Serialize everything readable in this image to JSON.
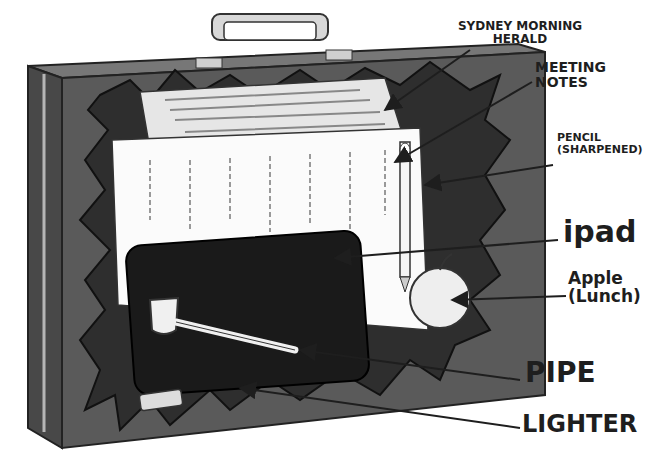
{
  "diagram": {
    "labels": [
      "SYDNEY MORNING HERALD",
      "MEETING NOTES",
      "PENCIL (SHARPENED)",
      "ipad",
      "Apple (Lunch)",
      "PIPE",
      "LIGHTER"
    ]
  }
}
